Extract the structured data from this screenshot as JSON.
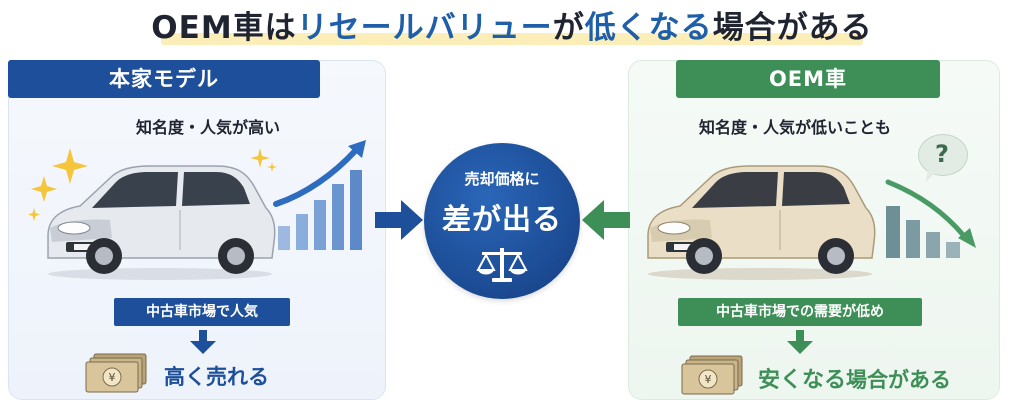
{
  "title": {
    "part1": "OEM車は",
    "part2": "リセールバリュー",
    "part3": "が",
    "part4": "低くなる",
    "part5": "場合がある"
  },
  "left": {
    "banner": "本家モデル",
    "subtitle": "知名度・人気が高い",
    "tag": "中古車市場で人気",
    "result": "高く売れる"
  },
  "right": {
    "banner": "OEM車",
    "subtitle": "知名度・人気が低いことも",
    "tag": "中古車市場での需要が低め",
    "result_part1": "安くなる",
    "result_part2": "場合がある",
    "bubble": "?"
  },
  "center": {
    "line1": "売却価格に",
    "line2": "差が出る"
  },
  "colors": {
    "blue": "#1e4f9a",
    "green": "#3d8e57",
    "car_left": "#e6e9ee",
    "car_right": "#eadfc6"
  },
  "icons": [
    "sparkle-icon",
    "rising-bar-chart-icon",
    "falling-bar-chart-icon",
    "scale-icon",
    "banknote-icon",
    "question-bubble-icon",
    "arrow-right-icon",
    "arrow-left-icon",
    "arrow-down-icon"
  ]
}
